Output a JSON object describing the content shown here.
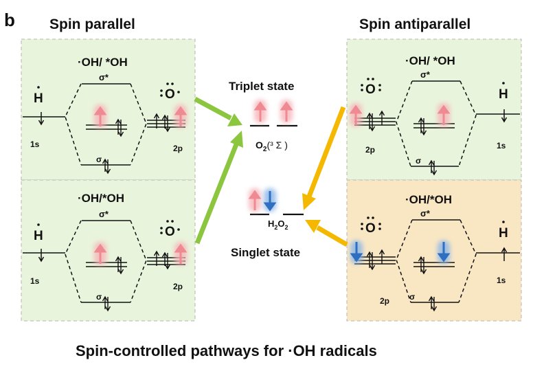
{
  "panel_letter": "b",
  "heading_left": "Spin parallel",
  "heading_right": "Spin antiparallel",
  "caption": "Spin-controlled pathways for ·OH radicals",
  "center": {
    "triplet_label": "Triplet state",
    "o2_label": "O",
    "o2_sub": "2",
    "o2_state": "(³ Σ )",
    "singlet_label": "Singlet state",
    "h2o2_h": "H",
    "h2o2_h_sub": "2",
    "h2o2_o": "O",
    "h2o2_o_sub": "2"
  },
  "panels": {
    "top_left": {
      "title": "·OH/ *OH",
      "h": "H",
      "o": "O",
      "h_orbital": "1s",
      "o_orbital": "2p",
      "sigma_star": "σ*",
      "sigma": "σ"
    },
    "bottom_left": {
      "title": "·OH/*OH",
      "h": "H",
      "o": "O",
      "h_orbital": "1s",
      "o_orbital": "2p",
      "sigma_star": "σ*",
      "sigma": "σ"
    },
    "top_right": {
      "title": "·OH/ *OH",
      "h": "H",
      "o": "O",
      "h_orbital": "1s",
      "o_orbital": "2p",
      "sigma_star": "σ*",
      "sigma": "σ"
    },
    "bottom_right": {
      "title": "·OH/*OH",
      "h": "H",
      "o": "O",
      "h_orbital": "1s",
      "o_orbital": "2p",
      "sigma_star": "σ*",
      "sigma": "σ"
    }
  },
  "colors": {
    "panel_green": "#e9f4dc",
    "panel_orange": "#f9e7c4",
    "arrow_green": "#8cc63f",
    "arrow_orange": "#f5b800",
    "spin_pink": "#f08a92",
    "spin_blue": "#2f6fc0"
  }
}
